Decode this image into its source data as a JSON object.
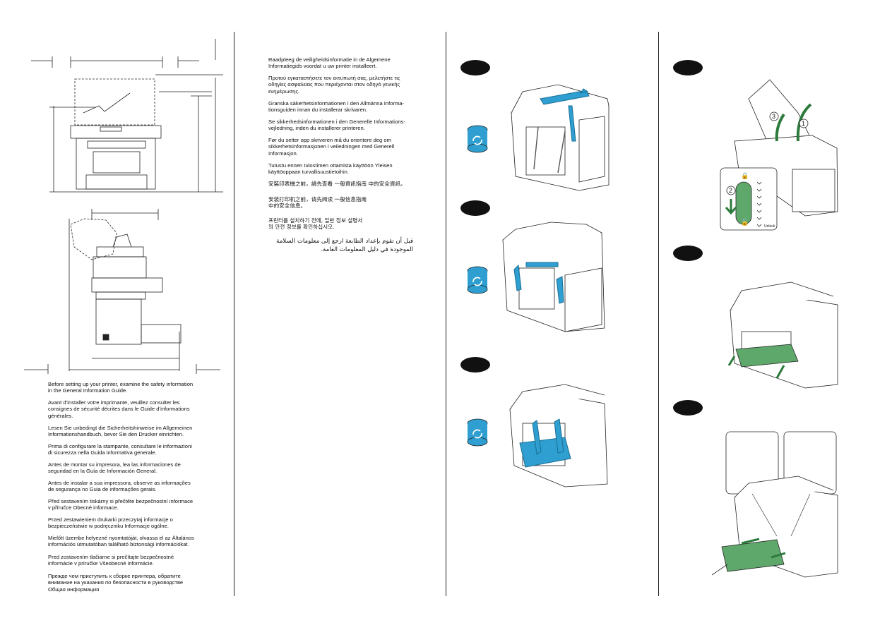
{
  "safety_notices_left": [
    "Before setting up your printer, examine the safety information\nin the General Information Guide.",
    "Avant d’installer votre imprimante, veuillez consulter les\nconsignes de sécurité décrites dans le Guide d’informations\ngénérales.",
    "Lesen Sie unbedingt die Sicherheitshinweise im Allgemeinen\nInformationshandbuch, bevor Sie den Drucker einrichten.",
    "Prima di configurare la stampante, consultare le informazioni\ndi sicurezza nella Guida informativa generale.",
    "Antes de montar su impresora, lea las informaciones de\nseguridad en la Guía de Información General.",
    "Antes de instalar a sua impressora, observe as informações\nde segurança no Guia de informações gerais.",
    "Před sestavením tiskárny si přečtěte bezpečnostní informace\nv příručce Obecné informace.",
    "Przed zestawieniem drukarki przeczytaj informacje o\nbezpieczeństwie w podręczniku Informacje ogólne.",
    "Mielőtt üzembe helyezné nyomtatóját, olvassa el az Általános\ninformációs útmutatóban található biztonsági információkat.",
    "Pred zostavením tlačiarne si prečítajte bezpečnostné\ninformácie v príručke Všeobecné informácie.",
    "Прежде чем приступить к сборке принтера, обратите\nвнимание на указания по безопасности в руководстве\nОбщая информация"
  ],
  "safety_notices_right": [
    "Raadpleeg de veiligheidsinformatie in de Algemene\nInformatiegids voordat u uw printer installeert.",
    "Προτού εγκαταστήσετε τον εκτυπωτή σας, μελετήστε τις\nοδηγίες ασφαλείας που περιέχονται στον οδηγό γενικής\nενημέρωσης.",
    "Granska säkerhetsinformationen i den Allmänna Informa-\ntionsguiden innan du installerar skrivaren.",
    "Se sikkerhedsinformationen i den Generelle Informations-\nvejledning, inden du installerer printeren.",
    "Før du setter opp skriveren må du orientere deg om\nsikkerhetsinformasjonen i veiledningen med Generell\nInformasjon.",
    "Tutustu ennen tulostimen ottamista käyttöön Yleisen\nkäyttöoppaan turvallisuustietoihin."
  ],
  "safety_notices_cjk": [
    "安裝印表機之前，請先查看 一般資訊指南 中的安全資訊。",
    "安装打印机之前，请先阅读 一般信息指南\n中的安全信息。",
    "프린터를 설치하기 전에, 일반 정보 설명서\n의 안전 정보를 확인하십시오."
  ],
  "safety_notice_arabic": "قبل أن تقوم بإعداد الطابعة ارجع إلى معلومات السلامة\nالموجودة في دليل المعلومات العامة.",
  "step_callouts": [
    "1",
    "2",
    "3"
  ],
  "lock_legend": "Unlock",
  "colors": {
    "accent": "#2e9fd0",
    "toner_green": "#5fa86c",
    "ink": "#111111"
  },
  "icons": [
    "recycle-packaging-icon",
    "lock-icon",
    "unlock-icon"
  ]
}
